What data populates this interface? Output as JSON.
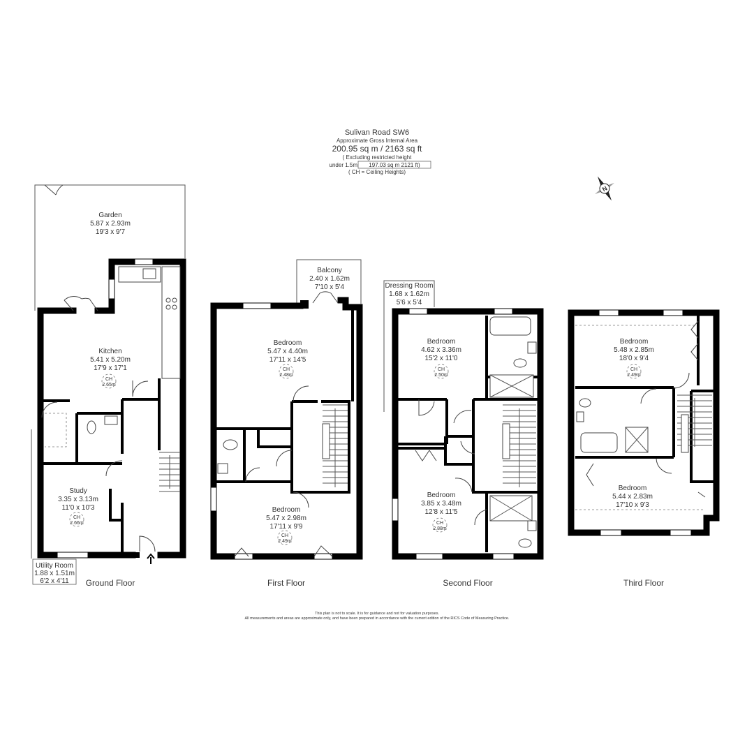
{
  "header": {
    "title": "Sulivan Road SW6",
    "subtitle": "Approximate Gross Internal Area",
    "area": "200.95 sq m / 2163 sq ft",
    "excl_line1": "( Excluding restricted height",
    "excl_line2_prefix": "under 1.5m",
    "excl_line2_box": "197.03 sq m 2121 ft)",
    "ch_note": "( CH = Ceiling Heights)"
  },
  "compass": {
    "letter": "N"
  },
  "floors": {
    "ground": {
      "label": "Ground Floor",
      "garden": {
        "name": "Garden",
        "metric": "5.87 x 2.93m",
        "imperial": "19'3 x 9'7"
      },
      "kitchen": {
        "name": "Kitchen",
        "metric": "5.41 x 5.20m",
        "imperial": "17'9 x 17'1",
        "ch_label": "CH",
        "ch": "2.65m"
      },
      "study": {
        "name": "Study",
        "metric": "3.35 x 3.13m",
        "imperial": "11'0 x 10'3",
        "ch_label": "CH",
        "ch": "2.66m"
      },
      "utility": {
        "name": "Utility Room",
        "metric": "1.88 x 1.51m",
        "imperial": "6'2 x 4'11"
      }
    },
    "first": {
      "label": "First Floor",
      "balcony": {
        "name": "Balcony",
        "metric": "2.40 x 1.62m",
        "imperial": "7'10 x 5'4"
      },
      "bedroom1": {
        "name": "Bedroom",
        "metric": "5.47 x 4.40m",
        "imperial": "17'11 x 14'5",
        "ch_label": "CH",
        "ch": "2.48m"
      },
      "bedroom2": {
        "name": "Bedroom",
        "metric": "5.47 x 2.98m",
        "imperial": "17'11 x 9'9",
        "ch_label": "CH",
        "ch": "2.49m"
      }
    },
    "second": {
      "label": "Second Floor",
      "dressing": {
        "name": "Dressing Room",
        "metric": "1.68 x 1.62m",
        "imperial": "5'6 x 5'4"
      },
      "bedroom1": {
        "name": "Bedroom",
        "metric": "4.62 x 3.36m",
        "imperial": "15'2 x 11'0",
        "ch_label": "CH",
        "ch": "2.50m"
      },
      "bedroom2": {
        "name": "Bedroom",
        "metric": "3.85 x 3.48m",
        "imperial": "12'8 x 11'5",
        "ch_label": "CH",
        "ch": "2.88m"
      }
    },
    "third": {
      "label": "Third Floor",
      "bedroom1": {
        "name": "Bedroom",
        "metric": "5.48 x 2.85m",
        "imperial": "18'0 x 9'4",
        "ch_label": "CH",
        "ch": "2.49m"
      },
      "bedroom2": {
        "name": "Bedroom",
        "metric": "5.44 x 2.83m",
        "imperial": "17'10 x 9'3"
      }
    }
  },
  "footer": {
    "line1": "This plan is not to scale. It is for guidance and not for valuation purposes.",
    "line2": "All measurements and areas are approximate only, and have been prepared in accordance with the current edition of the RICS Code of Measuring Practice."
  }
}
